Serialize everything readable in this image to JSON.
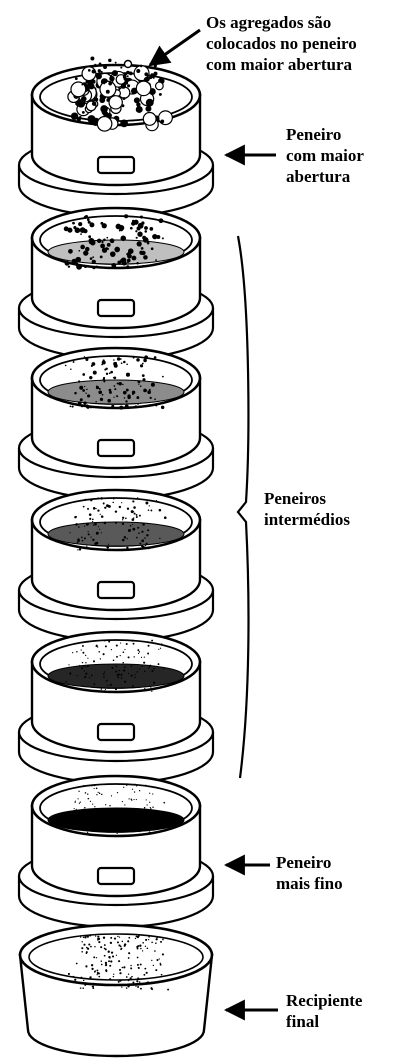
{
  "labels": {
    "top": [
      "Os agregados são",
      "colocados no peneiro",
      "com maior abertura"
    ],
    "largest_sieve": [
      "Peneiro",
      "com maior",
      "abertura"
    ],
    "intermediate": [
      "Peneiros",
      "intermédios"
    ],
    "finest_sieve": [
      "Peneiro",
      "mais fino"
    ],
    "receiver": [
      "Recipiente",
      "final"
    ]
  },
  "colors": {
    "ink": "#000000",
    "paper": "#ffffff"
  },
  "stack": {
    "sieves": 6,
    "receivers": 1
  }
}
